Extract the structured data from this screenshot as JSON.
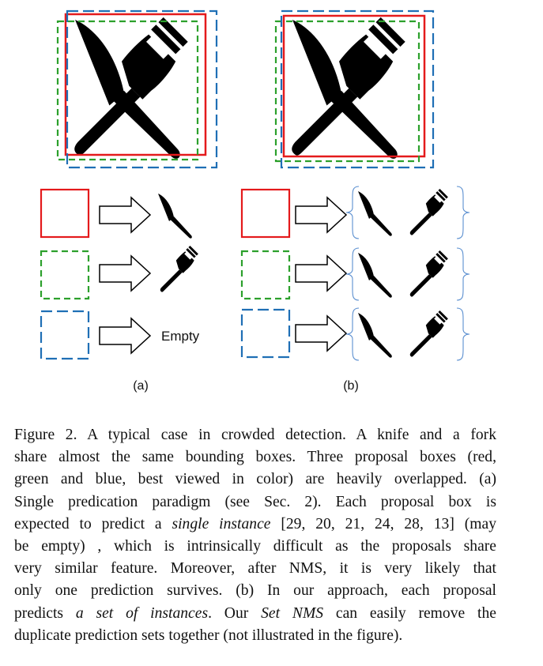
{
  "panels": {
    "a_label": "(a)",
    "b_label": "(b)",
    "empty_text": "Empty"
  },
  "colors": {
    "red_box": "#e41a1c",
    "green_box": "#2ca02c",
    "blue_box": "#1f6fb5",
    "brace": "#5b8fd0",
    "icon": "#000000"
  },
  "icons": [
    "knife-and-fork-icon",
    "knife-icon",
    "fork-icon",
    "arrow-icon"
  ],
  "caption": {
    "l1": "Figure 2. A typical case in crowded detection. A knife and a fork",
    "l2": "share almost the same bounding boxes. Three proposal boxes (red,",
    "l3": "green and blue, best viewed in color) are heavily overlapped. (a)",
    "l4": "Single predication paradigm (see Sec. 2).  Each proposal box is",
    "l5a": "expected to predict a ",
    "l5b": "single instance",
    "l5c": " [29, 20, 21, 24, 28, 13] (may",
    "l6": "be empty) , which is intrinsically difficult as the proposals share",
    "l7": "very similar feature.  Moreover, after NMS, it is very likely that",
    "l8": "only one prediction survives.  (b) In our approach, each proposal",
    "l9a": "predicts ",
    "l9b": "a set of instances",
    "l9c": ".  Our ",
    "l9d": "Set NMS",
    "l9e": " can easily remove the",
    "l10": "duplicate prediction sets together (not illustrated in the figure)."
  }
}
